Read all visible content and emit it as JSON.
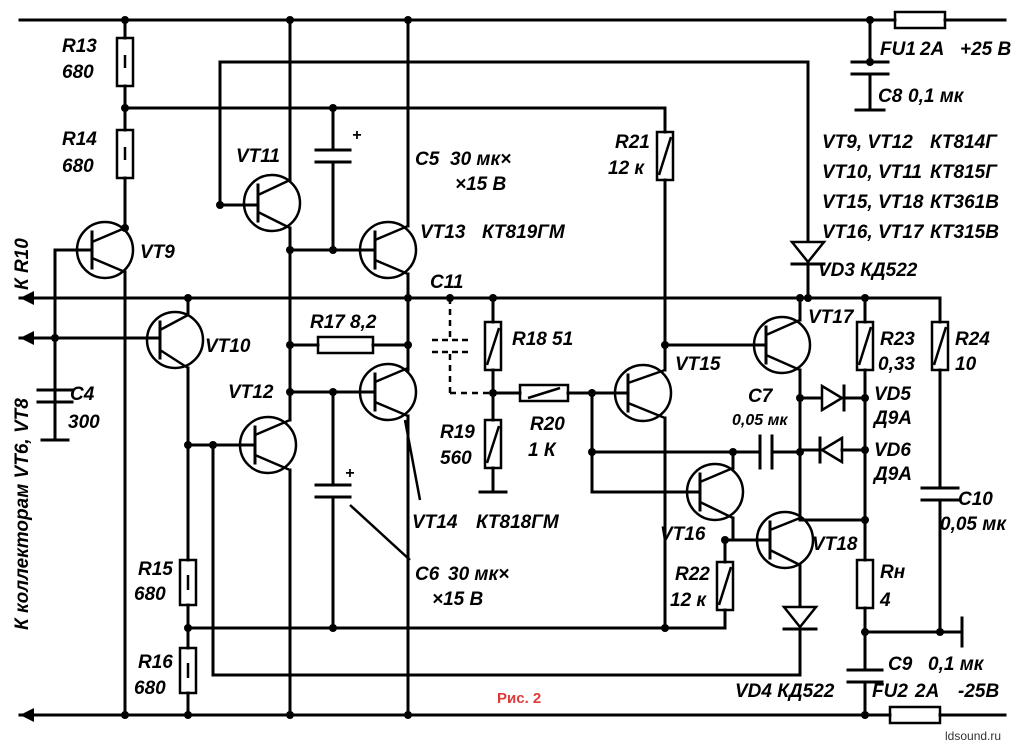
{
  "caption": "Рис. 2",
  "watermark": "ldsound.ru",
  "rails": {
    "pos": "+25 В",
    "neg": "-25В",
    "in_r10": "К R10",
    "in_collectors": "К коллекторам VT6, VT8"
  },
  "resistors": {
    "r13": {
      "name": "R13",
      "value": "680"
    },
    "r14": {
      "name": "R14",
      "value": "680"
    },
    "r15": {
      "name": "R15",
      "value": "680"
    },
    "r16": {
      "name": "R16",
      "value": "680"
    },
    "r17": {
      "name": "R17",
      "value": "8,2"
    },
    "r18": {
      "name": "R18",
      "value": "51"
    },
    "r19": {
      "name": "R19",
      "value": "560"
    },
    "r20": {
      "name": "R20",
      "value": "1 К"
    },
    "r21": {
      "name": "R21",
      "value": "12 к"
    },
    "r22": {
      "name": "R22",
      "value": "12 к"
    },
    "r23": {
      "name": "R23",
      "value": "0,33"
    },
    "r24": {
      "name": "R24",
      "value": "10"
    },
    "rn": {
      "name": "Rн",
      "value": "4"
    }
  },
  "capacitors": {
    "c4": {
      "name": "C4",
      "value": "300"
    },
    "c5": {
      "name": "C5",
      "value": "30 мк×",
      "value2": "×15 В"
    },
    "c6": {
      "name": "C6",
      "value": "30 мк×",
      "value2": "×15 В"
    },
    "c7": {
      "name": "C7",
      "value": "0,05 мк"
    },
    "c8": {
      "name": "C8",
      "value": "0,1 мк"
    },
    "c9": {
      "name": "C9",
      "value": "0,1 мк"
    },
    "c10": {
      "name": "C10",
      "value": "0,05 мк"
    },
    "c11": {
      "name": "C11"
    }
  },
  "fuses": {
    "fu1": {
      "name": "FU1",
      "value": "2А"
    },
    "fu2": {
      "name": "FU2",
      "value": "2А"
    }
  },
  "transistors": {
    "vt9": "VT9",
    "vt10": "VT10",
    "vt11": "VT11",
    "vt12": "VT12",
    "vt13": "VT13",
    "vt14": "VT14",
    "vt15": "VT15",
    "vt16": "VT16",
    "vt17": "VT17",
    "vt18": "VT18",
    "vt13_type": "КТ819ГМ",
    "vt14_type": "КТ818ГМ"
  },
  "diodes": {
    "vd3": "VD3 КД522",
    "vd4": "VD4 КД522",
    "vd5": "VD5",
    "vd5_type": "Д9А",
    "vd6": "VD6",
    "vd6_type": "Д9А"
  },
  "parts_list": [
    {
      "names": "VT9, VT12",
      "type": "КТ814Г"
    },
    {
      "names": "VT10, VT11",
      "type": "КТ815Г"
    },
    {
      "names": "VT15, VT18",
      "type": "КТ361В"
    },
    {
      "names": "VT16, VT17",
      "type": "КТ315В"
    }
  ]
}
